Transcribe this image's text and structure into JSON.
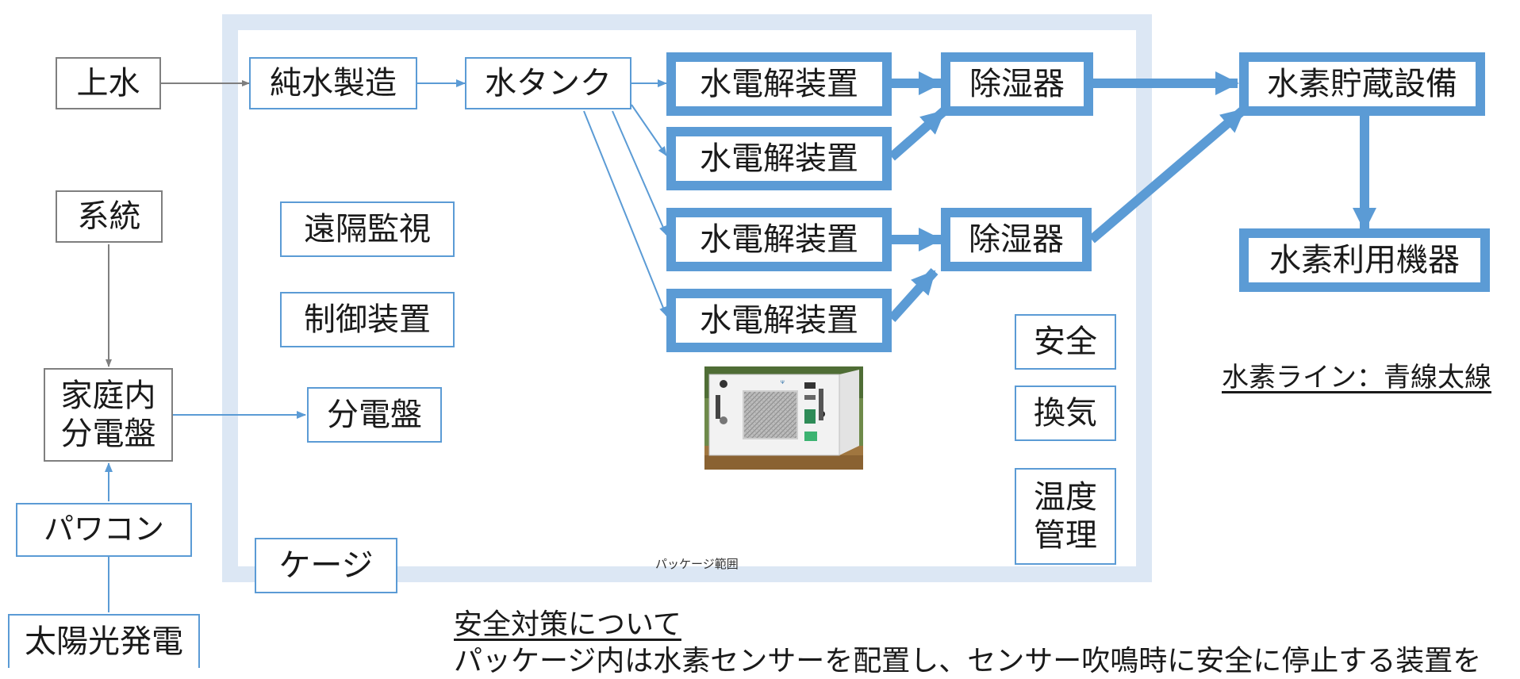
{
  "labels": {
    "josui": "上水",
    "junsui": "純水製造",
    "tank": "水タンク",
    "denkai1": "水電解装置",
    "denkai2": "水電解装置",
    "denkai3": "水電解装置",
    "denkai4": "水電解装置",
    "joshitsu1": "除湿器",
    "joshitsu2": "除湿器",
    "chozo": "水素貯蔵設備",
    "riyou": "水素利用機器",
    "keitou": "系統",
    "katei_line1": "家庭内",
    "katei_line2": "分電盤",
    "powercon": "パワコン",
    "taiyou": "太陽光発電",
    "enkaku": "遠隔監視",
    "seigyo": "制御装置",
    "bundenban": "分電盤",
    "cage": "ケージ",
    "anzen": "安全",
    "kanki": "換気",
    "ondo_line1": "温度",
    "ondo_line2": "管理",
    "package": "パッケージ範囲"
  },
  "legend": "水素ライン：青線太線",
  "note": {
    "heading": "安全対策について",
    "body": "パッケージ内は水素センサーを配置し、センサー吹鳴時に安全に停止する装置を"
  },
  "colors": {
    "blue": "#5b9bd5",
    "gray": "#7f7f7f",
    "frame": "#dce7f4"
  }
}
